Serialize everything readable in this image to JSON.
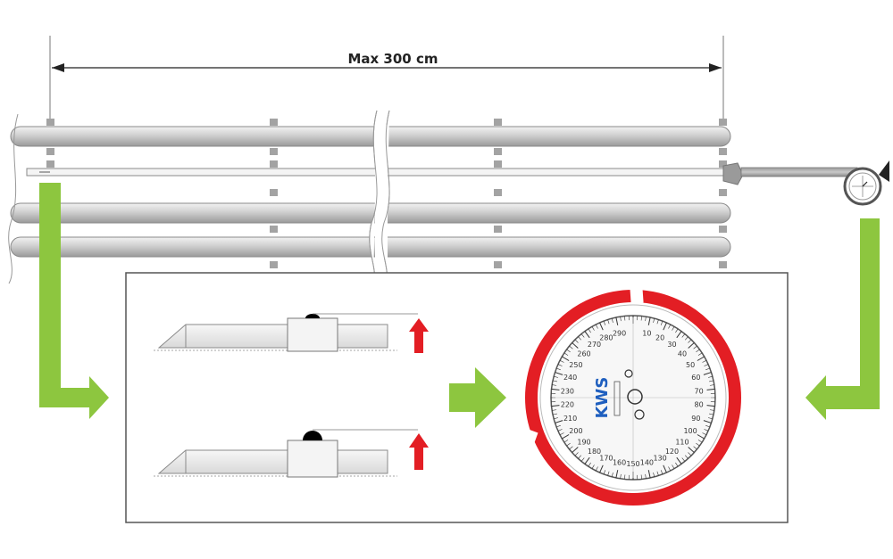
{
  "dimension": {
    "label": "Max 300 cm"
  },
  "gauge": {
    "logo_text": "KWS",
    "dial_numbers": [
      "10",
      "20",
      "30",
      "40",
      "50",
      "60",
      "70",
      "80",
      "90",
      "100",
      "110",
      "120",
      "130",
      "140",
      "150",
      "160",
      "170",
      "180",
      "190",
      "200",
      "210",
      "220",
      "230",
      "240",
      "250",
      "260",
      "270",
      "280",
      "290"
    ]
  },
  "colors": {
    "guide_arrow": "#8dc63f",
    "indicator_arrow": "#e31e24",
    "bezel": "#e31e24",
    "logo": "#1f5fbf",
    "pipe": "#c4c4c4"
  },
  "icons": [
    "measurement-arrow-icon",
    "green-guide-arrow-icon",
    "red-up-arrow-icon",
    "dial-gauge-icon"
  ]
}
